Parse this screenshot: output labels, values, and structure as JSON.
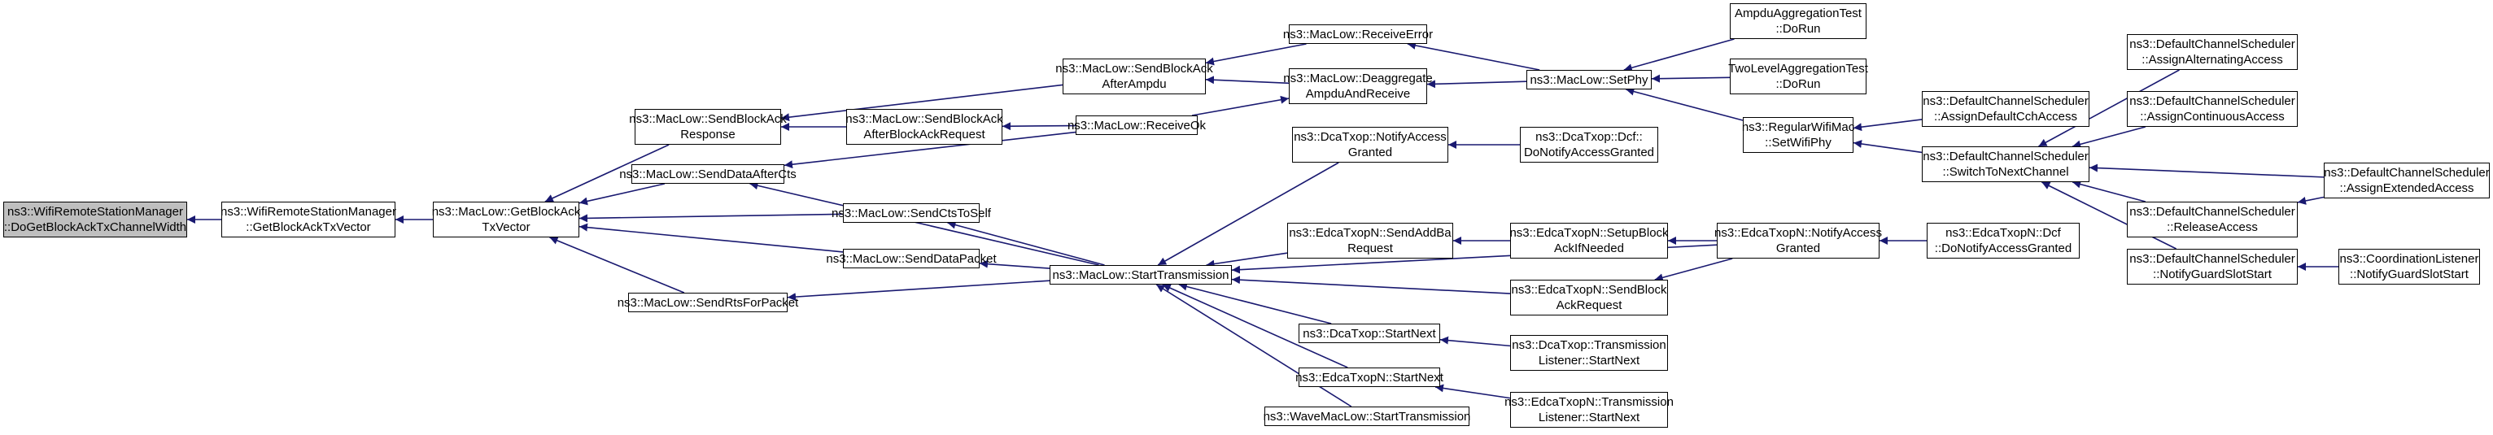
{
  "nodes": {
    "n0": [
      "ns3::WifiRemoteStationManager",
      "::DoGetBlockAckTxChannelWidth"
    ],
    "n1": [
      "ns3::WifiRemoteStationManager",
      "::GetBlockAckTxVector"
    ],
    "n2": [
      "ns3::MacLow::GetBlockAck",
      "TxVector"
    ],
    "n3": [
      "ns3::MacLow::SendBlockAck",
      "Response"
    ],
    "n4": [
      "ns3::MacLow::SendDataAfterCts"
    ],
    "n5": [
      "ns3::MacLow::SendCtsToSelf"
    ],
    "n6": [
      "ns3::MacLow::SendDataPacket"
    ],
    "n7": [
      "ns3::MacLow::SendRtsForPacket"
    ],
    "n8": [
      "ns3::MacLow::SendBlockAck",
      "AfterAmpdu"
    ],
    "n9": [
      "ns3::MacLow::SendBlockAck",
      "AfterBlockAckRequest"
    ],
    "n10": [
      "ns3::MacLow::ReceiveError"
    ],
    "n11": [
      "ns3::MacLow::Deaggregate",
      "AmpduAndReceive"
    ],
    "n12": [
      "ns3::MacLow::ReceiveOk"
    ],
    "n13": [
      "ns3::MacLow::SetPhy"
    ],
    "n14": [
      "AmpduAggregationTest",
      "::DoRun"
    ],
    "n15": [
      "TwoLevelAggregationTest",
      "::DoRun"
    ],
    "n16": [
      "ns3::RegularWifiMac",
      "::SetWifiPhy"
    ],
    "n17": [
      "ns3::DefaultChannelScheduler",
      "::AssignDefaultCchAccess"
    ],
    "n18": [
      "ns3::DefaultChannelScheduler",
      "::SwitchToNextChannel"
    ],
    "n19": [
      "ns3::DefaultChannelScheduler",
      "::AssignAlternatingAccess"
    ],
    "n20": [
      "ns3::DefaultChannelScheduler",
      "::AssignContinuousAccess"
    ],
    "n21": [
      "ns3::DefaultChannelScheduler",
      "::AssignExtendedAccess"
    ],
    "n22": [
      "ns3::DefaultChannelScheduler",
      "::ReleaseAccess"
    ],
    "n23": [
      "ns3::DefaultChannelScheduler",
      "::NotifyGuardSlotStart"
    ],
    "n24": [
      "ns3::CoordinationListener",
      "::NotifyGuardSlotStart"
    ],
    "n25": [
      "ns3::MacLow::StartTransmission"
    ],
    "n26": [
      "ns3::DcaTxop::NotifyAccess",
      "Granted"
    ],
    "n27": [
      "ns3::DcaTxop::Dcf::",
      "DoNotifyAccessGranted"
    ],
    "n28": [
      "ns3::EdcaTxopN::SendAddBa",
      "Request"
    ],
    "n29": [
      "ns3::EdcaTxopN::SetupBlock",
      "AckIfNeeded"
    ],
    "n30": [
      "ns3::EdcaTxopN::NotifyAccess",
      "Granted"
    ],
    "n31": [
      "ns3::EdcaTxopN::Dcf",
      "::DoNotifyAccessGranted"
    ],
    "n32": [
      "ns3::EdcaTxopN::SendBlock",
      "AckRequest"
    ],
    "n33": [
      "ns3::DcaTxop::StartNext"
    ],
    "n34": [
      "ns3::DcaTxop::Transmission",
      "Listener::StartNext"
    ],
    "n35": [
      "ns3::EdcaTxopN::StartNext"
    ],
    "n36": [
      "ns3::EdcaTxopN::Transmission",
      "Listener::StartNext"
    ],
    "n37": [
      "ns3::WaveMacLow::StartTransmission"
    ]
  },
  "edges": [
    [
      "n1",
      "n0"
    ],
    [
      "n2",
      "n1"
    ],
    [
      "n3",
      "n2"
    ],
    [
      "n4",
      "n2"
    ],
    [
      "n5",
      "n2"
    ],
    [
      "n6",
      "n2"
    ],
    [
      "n7",
      "n2"
    ],
    [
      "n8",
      "n3"
    ],
    [
      "n9",
      "n3"
    ],
    [
      "n10",
      "n8"
    ],
    [
      "n11",
      "n8"
    ],
    [
      "n13",
      "n10"
    ],
    [
      "n13",
      "n11"
    ],
    [
      "n12",
      "n11"
    ],
    [
      "n12",
      "n9"
    ],
    [
      "n12",
      "n4"
    ],
    [
      "n14",
      "n13"
    ],
    [
      "n15",
      "n13"
    ],
    [
      "n16",
      "n13"
    ],
    [
      "n17",
      "n16"
    ],
    [
      "n18",
      "n16"
    ],
    [
      "n19",
      "n18"
    ],
    [
      "n20",
      "n18"
    ],
    [
      "n21",
      "n18"
    ],
    [
      "n22",
      "n18"
    ],
    [
      "n23",
      "n18"
    ],
    [
      "n21",
      "n22"
    ],
    [
      "n24",
      "n23"
    ],
    [
      "n25",
      "n4"
    ],
    [
      "n25",
      "n5"
    ],
    [
      "n25",
      "n6"
    ],
    [
      "n25",
      "n7"
    ],
    [
      "n26",
      "n25"
    ],
    [
      "n27",
      "n26"
    ],
    [
      "n28",
      "n25"
    ],
    [
      "n29",
      "n28"
    ],
    [
      "n30",
      "n29"
    ],
    [
      "n31",
      "n30"
    ],
    [
      "n30",
      "n25"
    ],
    [
      "n32",
      "n25"
    ],
    [
      "n30",
      "n32"
    ],
    [
      "n33",
      "n25"
    ],
    [
      "n34",
      "n33"
    ],
    [
      "n35",
      "n25"
    ],
    [
      "n36",
      "n35"
    ],
    [
      "n37",
      "n25"
    ]
  ],
  "colors": {
    "root_fill": "#bfbfbf",
    "edge": "#191970",
    "border": "#000000"
  }
}
